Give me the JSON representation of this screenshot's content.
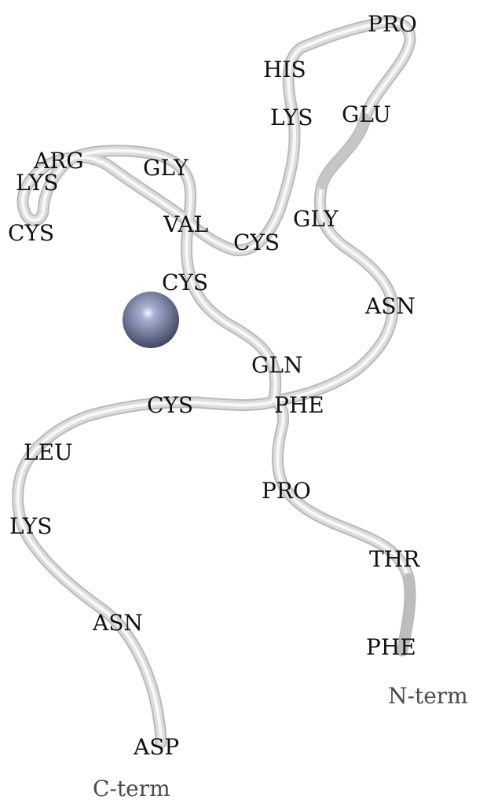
{
  "figure": {
    "background": "#ffffff",
    "backbone_color": "#d9d9d9",
    "backbone_highlight": "#f7f7f7",
    "ion_color": "#707898",
    "residues": [
      {
        "id": "phe-nterm",
        "label": "PHE"
      },
      {
        "id": "thr",
        "label": "THR"
      },
      {
        "id": "pro-lower",
        "label": "PRO"
      },
      {
        "id": "phe-mid",
        "label": "PHE"
      },
      {
        "id": "asn-right",
        "label": "ASN"
      },
      {
        "id": "gly-right",
        "label": "GLY"
      },
      {
        "id": "glu",
        "label": "GLU"
      },
      {
        "id": "pro-top",
        "label": "PRO"
      },
      {
        "id": "his",
        "label": "HIS"
      },
      {
        "id": "lys-top",
        "label": "LYS"
      },
      {
        "id": "cys-center",
        "label": "CYS"
      },
      {
        "id": "val",
        "label": "VAL"
      },
      {
        "id": "gly-left",
        "label": "GLY"
      },
      {
        "id": "arg",
        "label": "ARG"
      },
      {
        "id": "lys-left",
        "label": "LYS"
      },
      {
        "id": "cys-left",
        "label": "CYS"
      },
      {
        "id": "cys-upper",
        "label": "CYS"
      },
      {
        "id": "gln",
        "label": "GLN"
      },
      {
        "id": "cys-lower",
        "label": "CYS"
      },
      {
        "id": "leu",
        "label": "LEU"
      },
      {
        "id": "lys-bottom",
        "label": "LYS"
      },
      {
        "id": "asn-bottom",
        "label": "ASN"
      },
      {
        "id": "asp",
        "label": "ASP"
      }
    ],
    "n_term_label": "N-term",
    "c_term_label": "C-term"
  }
}
